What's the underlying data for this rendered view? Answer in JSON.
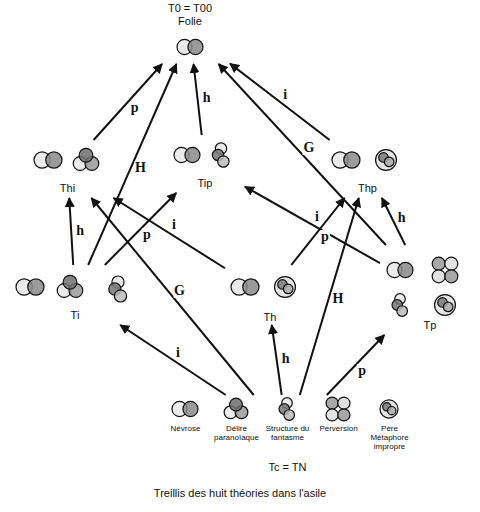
{
  "diagram": {
    "caption": "Treillis des huit théories dans l'asile",
    "nodes": [
      {
        "text": [
          "T0 = T00",
          "Folie"
        ]
      },
      {
        "text": [
          "Thi"
        ]
      },
      {
        "text": [
          "Tip"
        ]
      },
      {
        "text": [
          "Thp"
        ]
      },
      {
        "text": [
          "Ti"
        ]
      },
      {
        "text": [
          "Th"
        ]
      },
      {
        "text": [
          "Tp"
        ]
      },
      {
        "text": [
          "Tc = TN"
        ]
      },
      {
        "text": [
          "Névrose"
        ],
        "in": 7
      },
      {
        "text": [
          "Délire paranoïaque"
        ],
        "in": 7
      },
      {
        "text": [
          "Structure du fantasme"
        ],
        "in": 7
      },
      {
        "text": [
          "Perversion"
        ],
        "in": 7
      },
      {
        "text": [
          "Père Métaphore impropre"
        ],
        "in": 7
      }
    ],
    "edges": [
      {
        "from": 1,
        "to": 0,
        "arrow": "to",
        "label": "p"
      },
      {
        "from": 2,
        "to": 0,
        "arrow": "to",
        "label": "h"
      },
      {
        "from": 3,
        "to": 0,
        "arrow": "to",
        "label": "i"
      },
      {
        "from": 4,
        "to": 0,
        "arrow": "to",
        "label": "H"
      },
      {
        "from": 6,
        "to": 0,
        "arrow": "to",
        "label": "G"
      },
      {
        "from": 4,
        "to": 1,
        "arrow": "to",
        "label": "h"
      },
      {
        "from": 4,
        "to": 2,
        "arrow": "to",
        "label": "p"
      },
      {
        "from": 5,
        "to": 1,
        "arrow": "to",
        "label": "i"
      },
      {
        "from": 5,
        "to": 3,
        "arrow": "to",
        "label": "p"
      },
      {
        "from": 6,
        "to": 2,
        "arrow": "to",
        "label": "i"
      },
      {
        "from": 6,
        "to": 3,
        "arrow": "to",
        "label": "h"
      },
      {
        "from": 7,
        "to": 4,
        "arrow": "to",
        "label": "i"
      },
      {
        "from": 7,
        "to": 5,
        "arrow": "to",
        "label": "h"
      },
      {
        "from": 7,
        "to": 6,
        "arrow": "to",
        "label": "p"
      },
      {
        "from": 7,
        "to": 1,
        "arrow": "to",
        "label": "G"
      },
      {
        "from": 7,
        "to": 3,
        "arrow": "to",
        "label": "H"
      }
    ]
  }
}
